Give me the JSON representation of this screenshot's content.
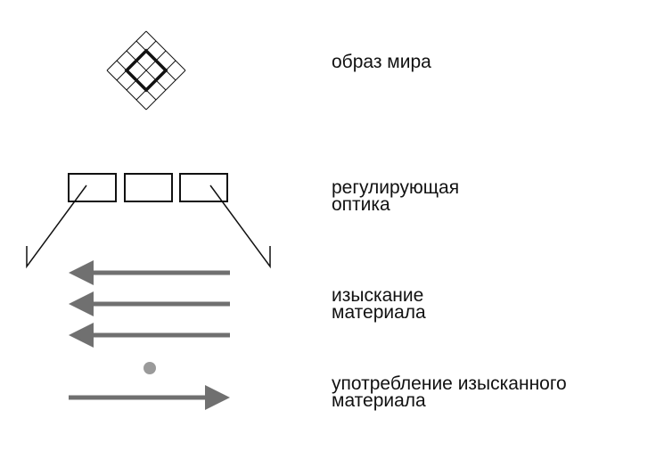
{
  "colors": {
    "line": "#111111",
    "arrow": "#707070",
    "dot": "#9a9a9a",
    "background": "#ffffff"
  },
  "labels": {
    "world_image": "образ мира",
    "regulating_optics": [
      "регулирующая",
      "оптика"
    ],
    "material_search": [
      "изыскание",
      "материала"
    ],
    "material_use": [
      "употребление изысканного",
      "материала"
    ]
  },
  "icons": {
    "world_image": "diamond-grid-icon",
    "regulating_optics": "three-boxes-with-lines-icon",
    "material_search": "left-arrows-icon",
    "material_use": "right-arrow-icon"
  }
}
